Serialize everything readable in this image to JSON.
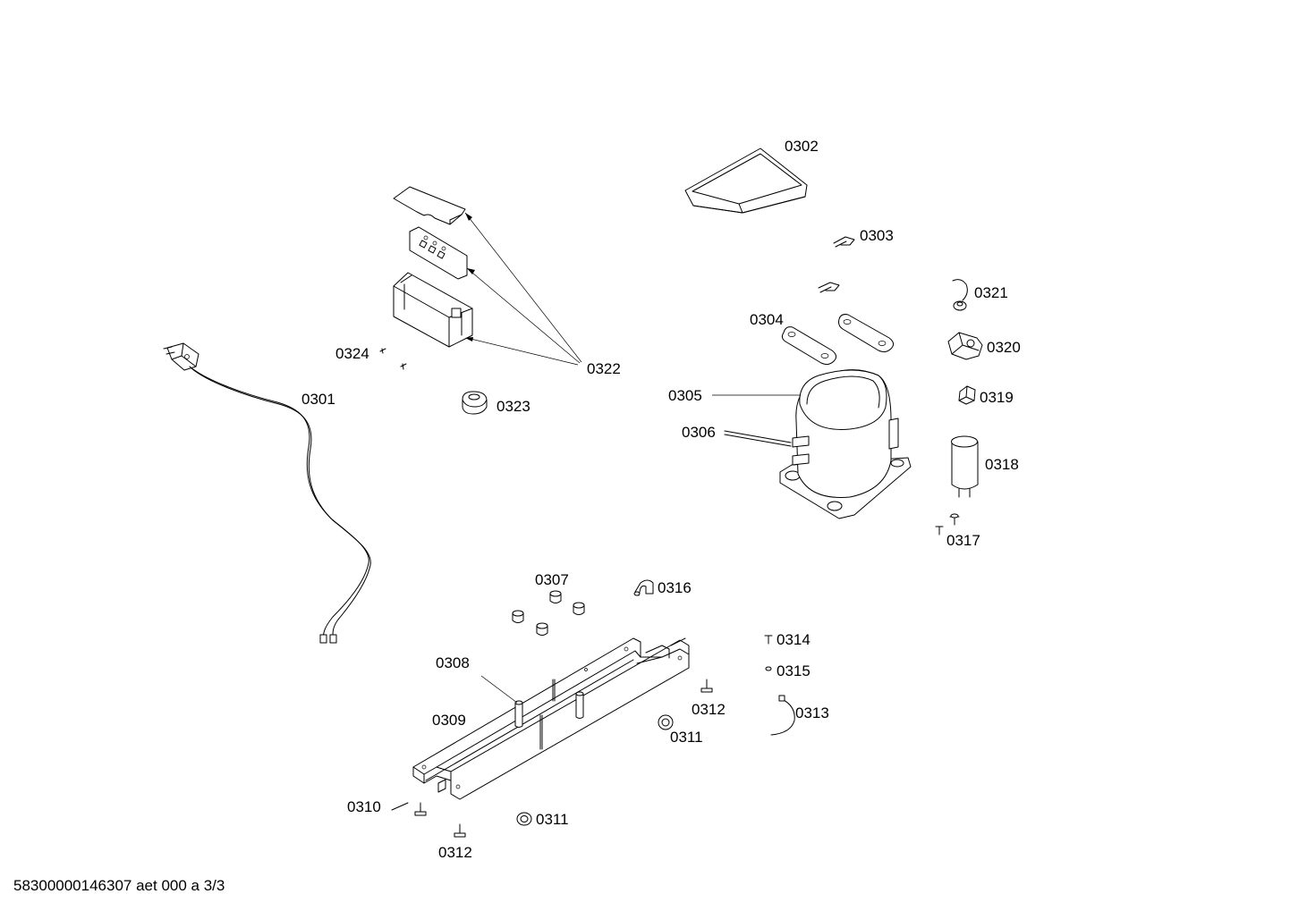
{
  "diagram": {
    "document_code": "58300000146307 aet 000 a 3/3",
    "labels": {
      "p0301": "0301",
      "p0302": "0302",
      "p0303": "0303",
      "p0304": "0304",
      "p0305": "0305",
      "p0306": "0306",
      "p0307": "0307",
      "p0308": "0308",
      "p0309": "0309",
      "p0310": "0310",
      "p0311a": "0311",
      "p0311b": "0311",
      "p0312a": "0312",
      "p0312b": "0312",
      "p0313": "0313",
      "p0314": "0314",
      "p0315": "0315",
      "p0316": "0316",
      "p0317": "0317",
      "p0318": "0318",
      "p0319": "0319",
      "p0320": "0320",
      "p0321": "0321",
      "p0322": "0322",
      "p0323": "0323",
      "p0324": "0324"
    },
    "colors": {
      "line": "#000000",
      "background": "#ffffff"
    }
  }
}
